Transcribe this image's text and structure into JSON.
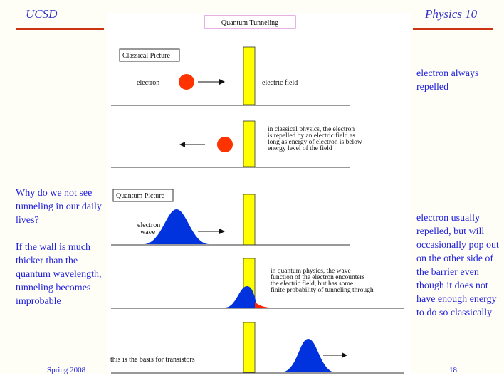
{
  "header": {
    "left": "UCSD",
    "right": "Physics 10"
  },
  "figure": {
    "title": "Quantum Tunneling",
    "classical_label": "Classical Picture",
    "electron_label": "electron",
    "field_label": "electric field",
    "classical_note": [
      "in classical physics, the electron",
      "is repelled by an electric field as",
      "long as energy of electron is below",
      "energy level of the field"
    ],
    "quantum_label": "Quantum Picture",
    "wave_label": [
      "electron",
      "wave"
    ],
    "quantum_note": [
      "in quantum physics, the wave",
      "function of the electron encounters",
      "the electric field, but has some",
      "finite probability of tunneling through"
    ],
    "transistor_note": "this is the basis for transistors"
  },
  "left_text": {
    "q1": "Why do we not see tunneling in our daily lives?",
    "q2": "If the wall is much thicker than the quantum wavelength, tunneling becomes improbable"
  },
  "right_text": {
    "top": "electron always repelled",
    "bottom": "electron usually repelled, but will occasionally pop out on the other side of the barrier even though it does not have enough energy to do so classically"
  },
  "footer": {
    "left": "Spring 2008",
    "right": "18"
  },
  "colors": {
    "accent": "#3333cc",
    "barrier": "#ffff00",
    "electron": "#ff3300",
    "wave": "#0033dd",
    "rule": "#cc3311"
  }
}
